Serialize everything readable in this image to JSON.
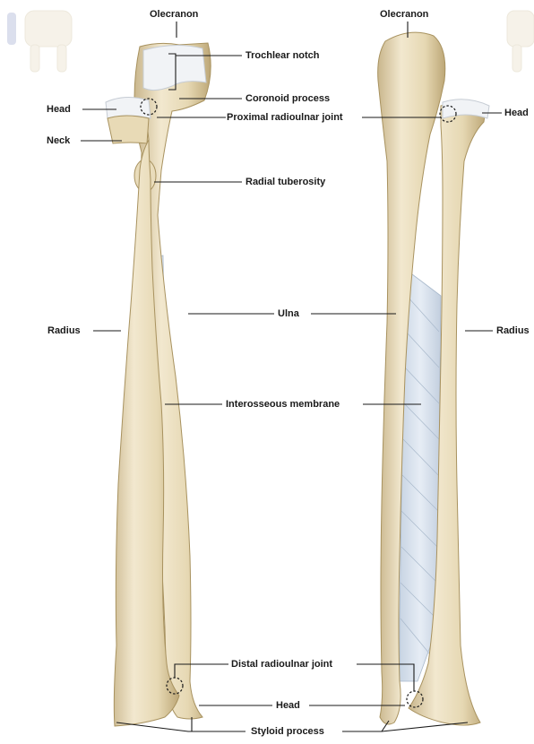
{
  "labels": {
    "olecranon_anterior": "Olecranon",
    "olecranon_posterior": "Olecranon",
    "trochlear_notch": "Trochlear notch",
    "coronoid_process": "Coronoid process",
    "head_radius_anterior": "Head",
    "head_radius_posterior": "Head",
    "proximal_radioulnar_joint": "Proximal radioulnar joint",
    "neck": "Neck",
    "radial_tuberosity": "Radial tuberosity",
    "radius_anterior": "Radius",
    "radius_posterior": "Radius",
    "ulna": "Ulna",
    "interosseous_membrane": "Interosseous membrane",
    "distal_radioulnar_joint": "Distal radioulnar joint",
    "head_ulna": "Head",
    "styloid_process": "Styloid process"
  },
  "colors": {
    "bone": "#ece0c0",
    "bone_shadow": "#c9b68c",
    "bone_highlight": "#f7efda",
    "membrane": "#d8e2ee",
    "membrane_fiber": "#a9b9cc",
    "cartilage": "#eef1f4",
    "leader_line": "#1a1a1a"
  }
}
